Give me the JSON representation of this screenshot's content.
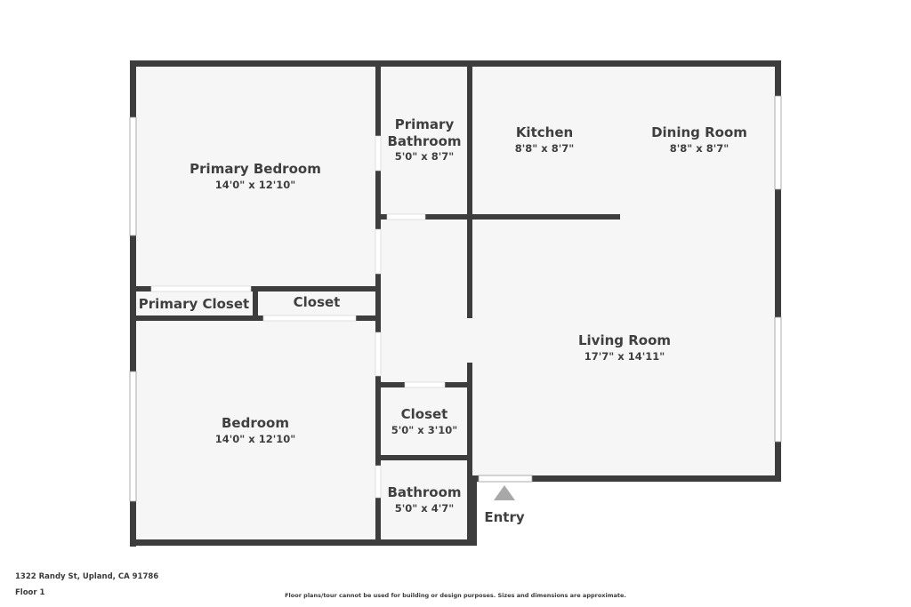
{
  "rooms": {
    "primary_bedroom": {
      "name": "Primary Bedroom",
      "dims": "14'0\" x 12'10\""
    },
    "primary_bathroom": {
      "name_line1": "Primary",
      "name_line2": "Bathroom",
      "dims": "5'0\" x 8'7\""
    },
    "kitchen": {
      "name": "Kitchen",
      "dims": "8'8\" x 8'7\""
    },
    "dining_room": {
      "name": "Dining Room",
      "dims": "8'8\" x 8'7\""
    },
    "primary_closet": {
      "name": "Primary Closet"
    },
    "closet_small": {
      "name": "Closet"
    },
    "living_room": {
      "name": "Living Room",
      "dims": "17'7\" x 14'11\""
    },
    "closet": {
      "name": "Closet",
      "dims": "5'0\" x 3'10\""
    },
    "bedroom": {
      "name": "Bedroom",
      "dims": "14'0\" x 12'10\""
    },
    "bathroom": {
      "name": "Bathroom",
      "dims": "5'0\" x 4'7\""
    }
  },
  "entry_label": "Entry",
  "footer": {
    "address": "1322 Randy St, Upland, CA 91786",
    "floor": "Floor 1",
    "disclaimer": "Floor plans/tour cannot be used for building or design purposes. Sizes and dimensions are approximate."
  },
  "colors": {
    "wall": "#3d3d3d",
    "floor": "#f6f6f6",
    "text": "#3f3f3f"
  }
}
